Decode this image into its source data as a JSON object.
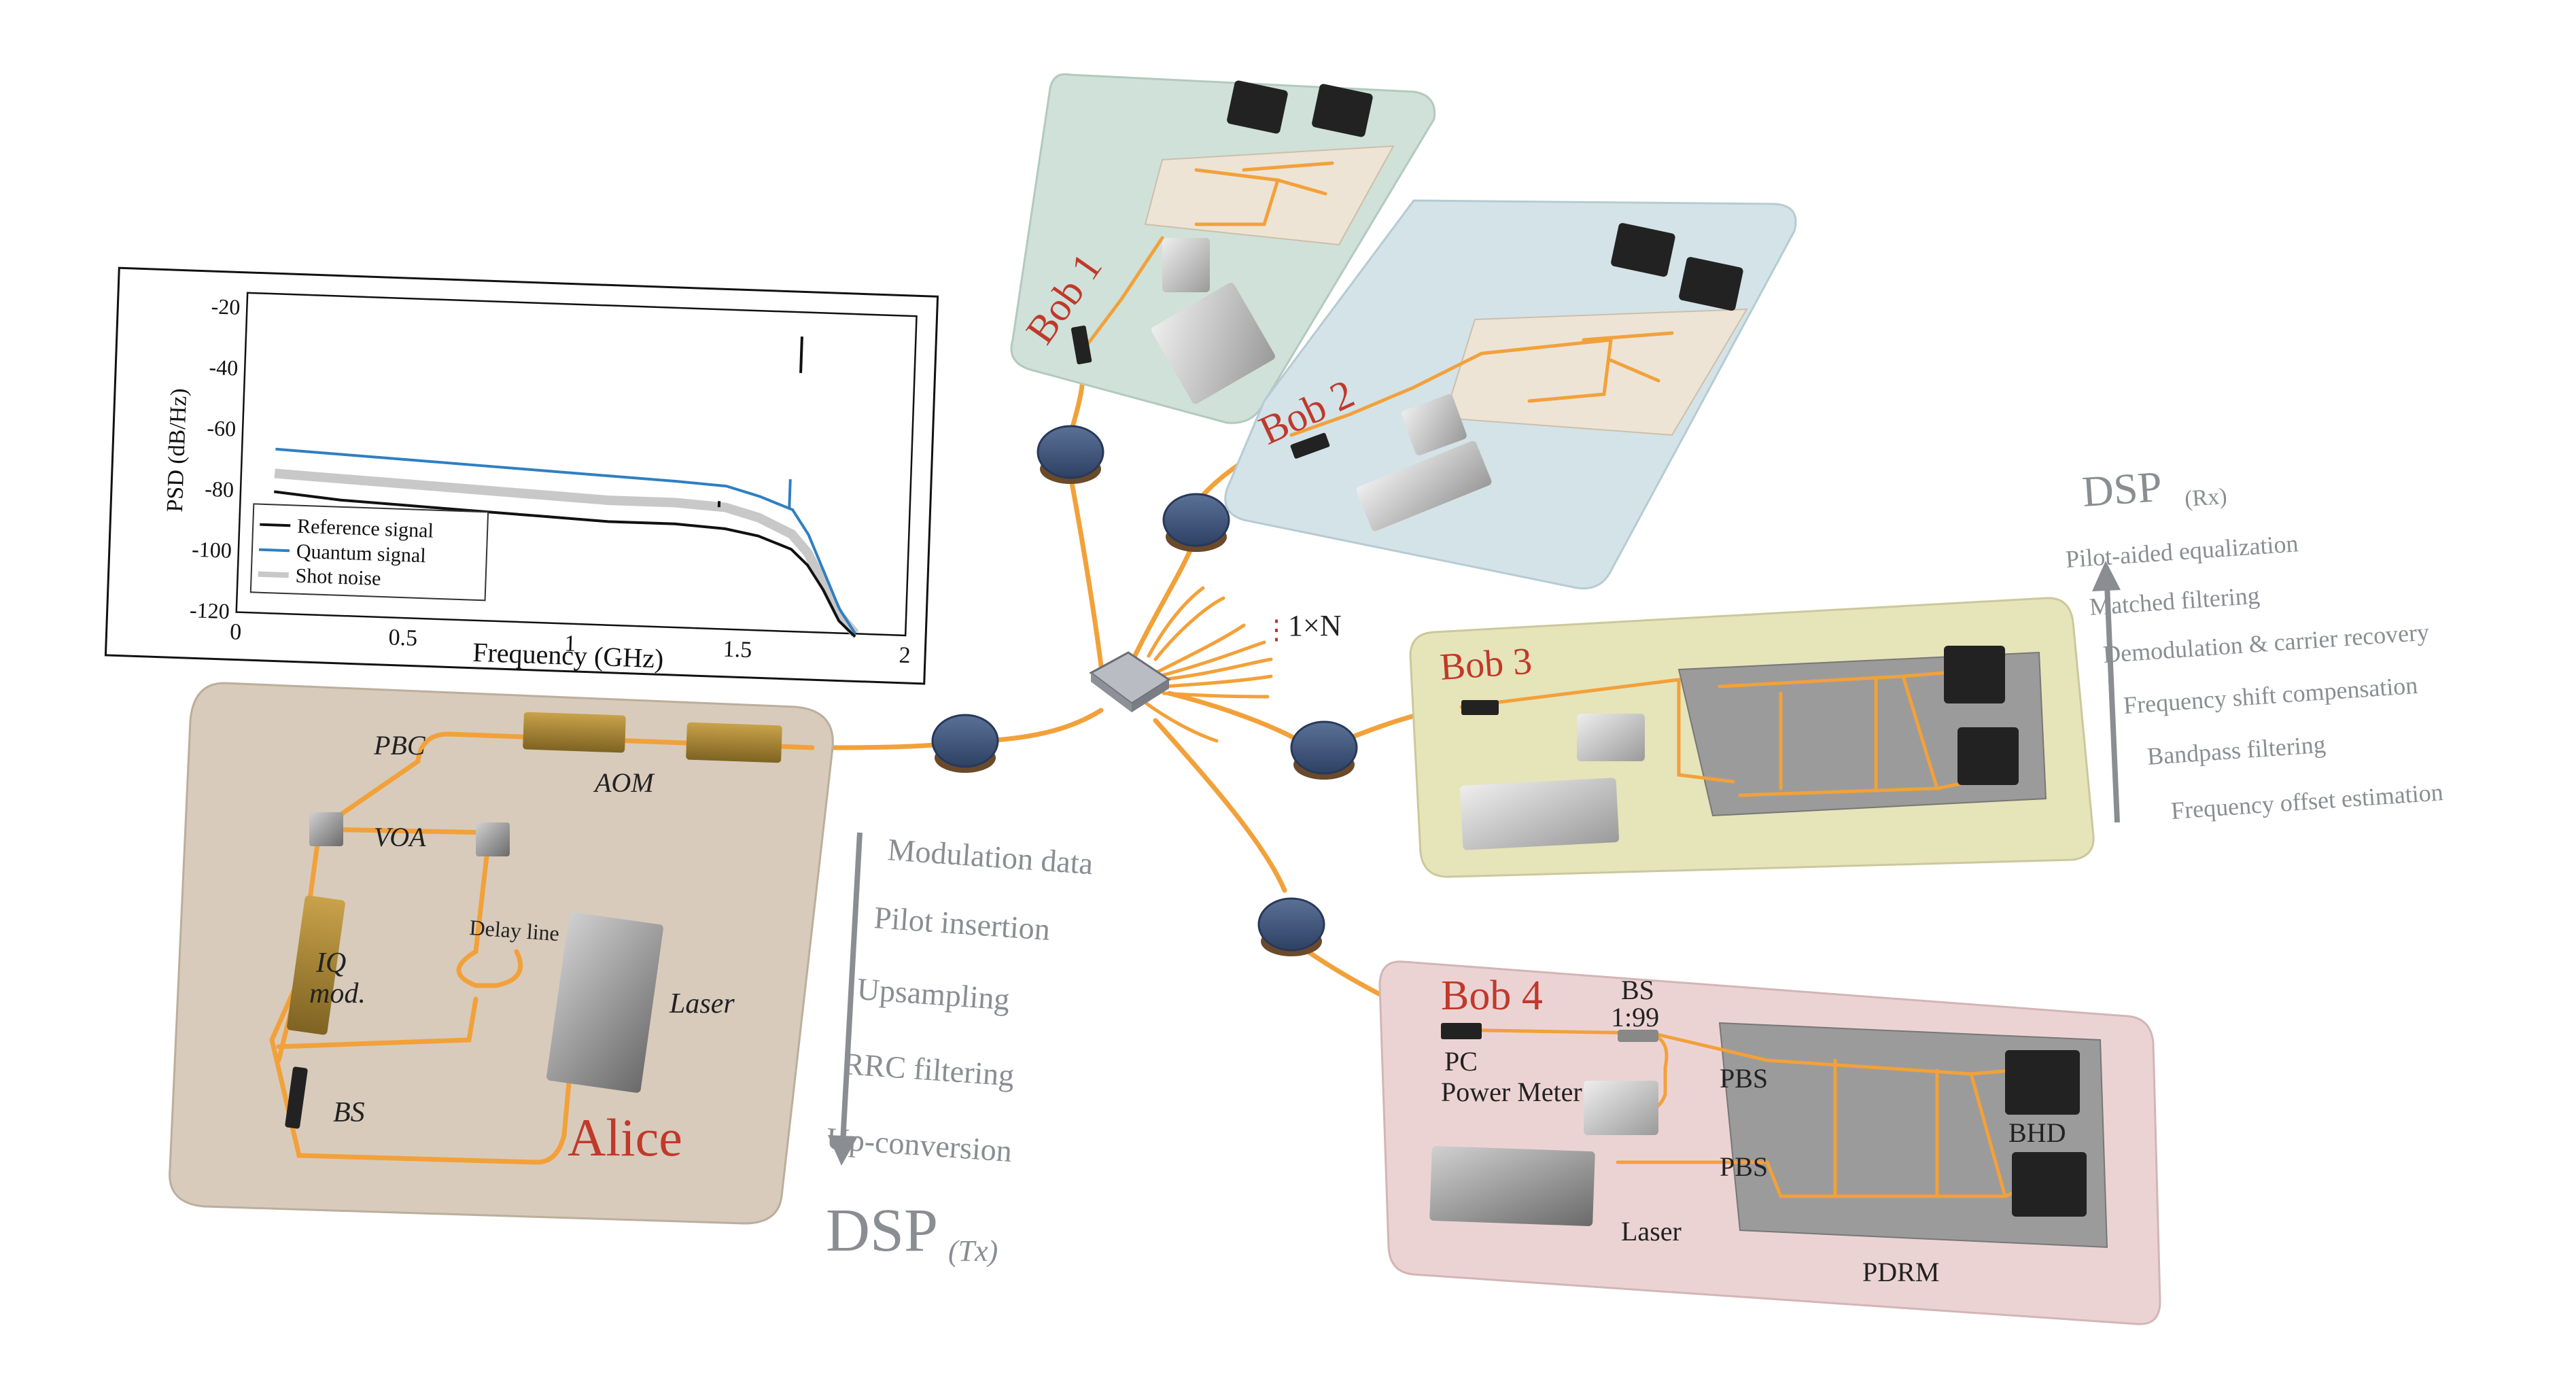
{
  "chart_data": {
    "type": "line",
    "xlabel": "Frequency (GHz)",
    "ylabel": "PSD (dB/Hz)",
    "xlim": [
      0,
      2
    ],
    "ylim": [
      -120,
      -15
    ],
    "x_ticks": [
      "0",
      "0.5",
      "1",
      "1.5",
      "2"
    ],
    "y_ticks": [
      "-20",
      "-40",
      "-60",
      "-80",
      "-100",
      "-120"
    ],
    "legend_position": "bottom-left",
    "series": [
      {
        "name": "Reference signal",
        "color": "#111111",
        "x": [
          0.1,
          0.3,
          0.5,
          0.7,
          0.9,
          1.1,
          1.3,
          1.45,
          1.55,
          1.65,
          1.7,
          1.75,
          1.8,
          1.85
        ],
        "y": [
          -80,
          -82,
          -83,
          -84,
          -85,
          -86,
          -86,
          -87,
          -89,
          -93,
          -98,
          -106,
          -116,
          -121
        ]
      },
      {
        "name": "Quantum signal",
        "color": "#2f7fc1",
        "x": [
          0.1,
          0.3,
          0.5,
          0.7,
          0.9,
          1.1,
          1.3,
          1.45,
          1.55,
          1.65,
          1.7,
          1.75,
          1.8,
          1.85
        ],
        "y": [
          -66,
          -67,
          -68,
          -69,
          -70,
          -71,
          -72,
          -73,
          -76,
          -80,
          -88,
          -100,
          -112,
          -120
        ]
      },
      {
        "name": "Shot noise",
        "color": "#c8c8c8",
        "x": [
          0.1,
          0.3,
          0.5,
          0.7,
          0.9,
          1.1,
          1.3,
          1.45,
          1.55,
          1.65,
          1.7,
          1.75,
          1.8,
          1.85
        ],
        "y": [
          -74,
          -75,
          -76,
          -77,
          -78,
          -79,
          -79,
          -80,
          -83,
          -88,
          -94,
          -104,
          -114,
          -120
        ]
      }
    ],
    "peaks": [
      {
        "series": "Reference signal",
        "x": 1.66,
        "y": -23
      },
      {
        "series": "Quantum signal",
        "x": 1.64,
        "y": -70
      },
      {
        "series": "Reference signal",
        "x": 1.43,
        "y": -78
      }
    ]
  },
  "labels": {
    "splitter": "1×N",
    "splitter_dots": "⋮",
    "alice": {
      "title": "Alice",
      "pbc": "PBC",
      "aom": "AOM",
      "voa": "VOA",
      "iq_line1": "IQ",
      "iq_line2": "mod.",
      "delay": "Delay line",
      "laser": "Laser",
      "bs": "BS"
    },
    "bob1": {
      "title": "Bob 1"
    },
    "bob2": {
      "title": "Bob 2"
    },
    "bob3": {
      "title": "Bob 3"
    },
    "bob4": {
      "title": "Bob 4",
      "bs": "BS",
      "ratio": "1:99",
      "pc": "PC",
      "power_meter": "Power Meter",
      "pbs_top": "PBS",
      "pbs_bottom": "PBS",
      "bhd": "BHD",
      "laser": "Laser",
      "pdrm": "PDRM"
    }
  },
  "dsp_tx": {
    "title": "DSP",
    "subtitle": "(Tx)",
    "steps": [
      "Modulation data",
      "Pilot insertion",
      "Upsampling",
      "RRC filtering",
      "Up-conversion"
    ]
  },
  "dsp_rx": {
    "title": "DSP",
    "subtitle": "(Rx)",
    "steps": [
      "Pilot-aided equalization",
      "Matched filtering",
      "Demodulation & carrier recovery",
      "Frequency shift compensation",
      "Bandpass filtering",
      "Frequency offset estimation"
    ]
  },
  "colors": {
    "fiber": "#f2a13a",
    "alice_panel": "#d8cbbb",
    "bob1_panel": "#cfe1d9",
    "bob2_panel": "#d3e3e8",
    "bob3_panel": "#e6e4b9",
    "bob4_panel": "#ecd3d3",
    "title_red": "#c0392b",
    "dsp_grey": "#8a8d92"
  }
}
